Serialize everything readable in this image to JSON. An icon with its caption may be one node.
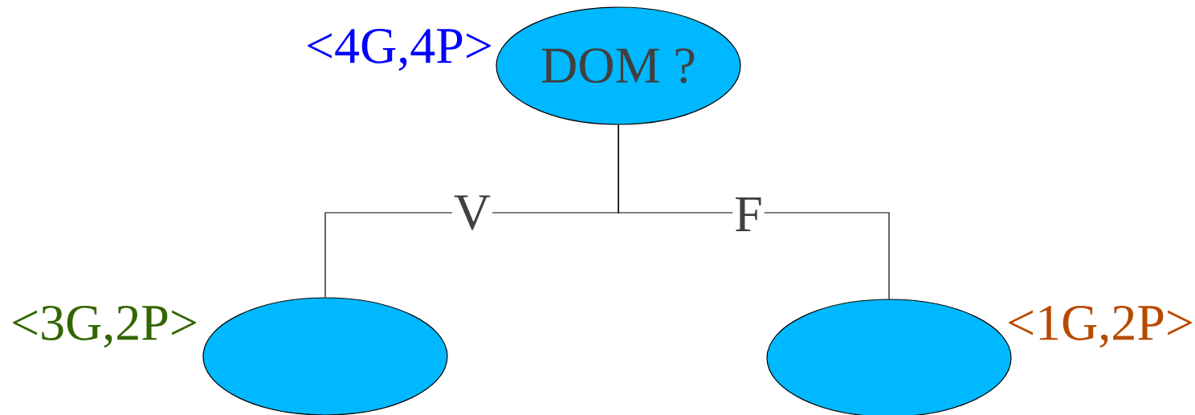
{
  "diagram": {
    "nodes": [
      {
        "text": [
          "DOM ?"
        ],
        "beside": [
          "<4G,4P>"
        ]
      },
      {
        "text": [],
        "shape": "ellipse",
        "beside": [
          "<3G,2P>"
        ]
      },
      {
        "text": [],
        "shape": "ellipse",
        "beside": [
          "<1G,2P>"
        ]
      }
    ],
    "edges": [
      {
        "from": 0,
        "to": 1,
        "arrow": "none",
        "label": "V"
      },
      {
        "from": 0,
        "to": 2,
        "arrow": "none",
        "label": "F"
      }
    ]
  }
}
